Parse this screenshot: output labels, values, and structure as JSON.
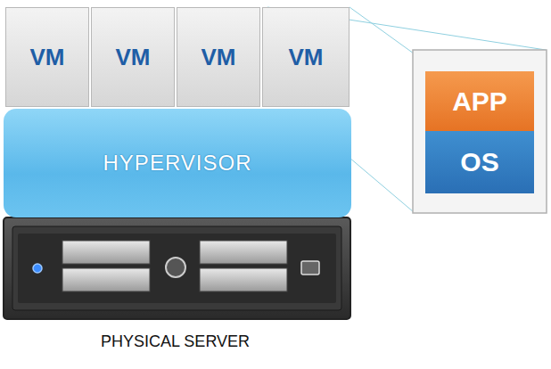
{
  "diagram": {
    "nodes": [
      {
        "text": [
          "VM"
        ]
      },
      {
        "text": [
          "VM"
        ]
      },
      {
        "text": [
          "VM"
        ]
      },
      {
        "text": [
          "VM"
        ]
      },
      {
        "text": [
          "HYPERVISOR"
        ]
      },
      {
        "text": [
          "APP"
        ]
      },
      {
        "text": [
          "OS"
        ]
      }
    ],
    "labels": [
      "PHYSICAL SERVER"
    ]
  }
}
